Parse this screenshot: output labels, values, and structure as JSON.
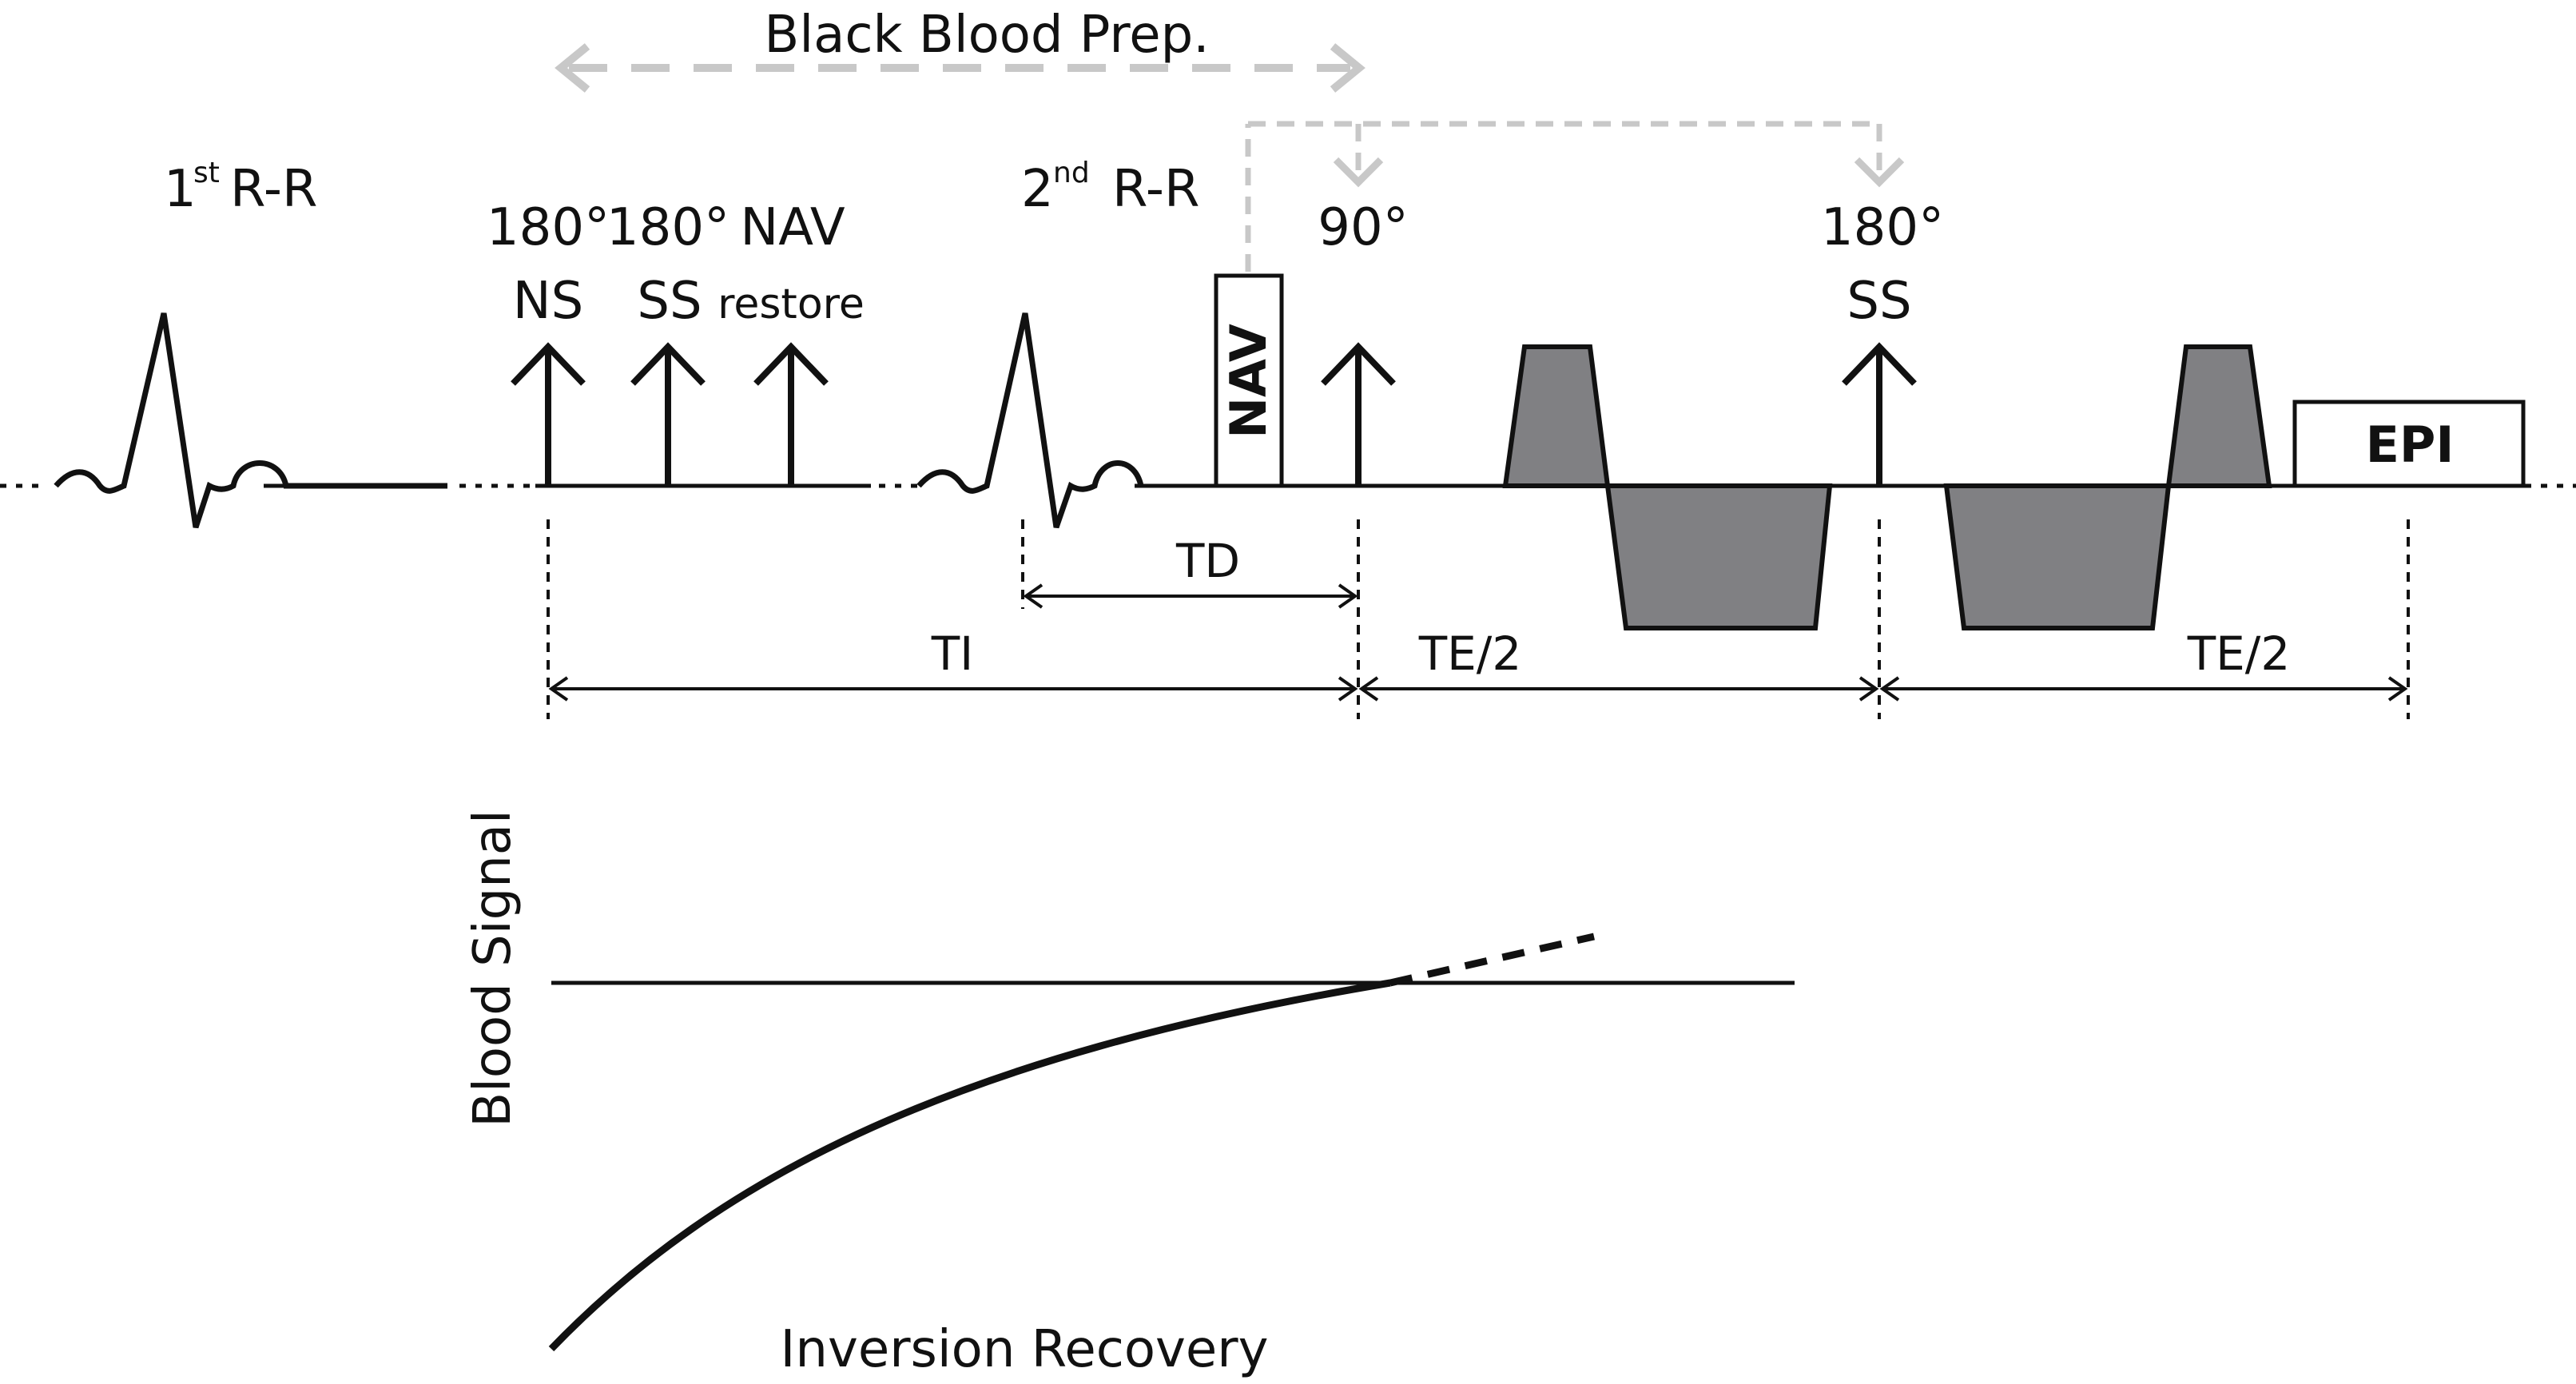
{
  "colors": {
    "line": "#111111",
    "gray_prep": "#c8c8c8",
    "gradient_fill": "#808083"
  },
  "prep": {
    "title": "Black Blood Prep."
  },
  "rr1": {
    "prefix": "1",
    "sup": "st",
    "suffix": "R-R"
  },
  "rr2": {
    "prefix": "2",
    "sup": "nd",
    "suffix": "R-R"
  },
  "pulses": {
    "ns": {
      "angle": "180°",
      "type": "NS"
    },
    "ss": {
      "angle": "180°",
      "type": "SS"
    },
    "nav_restore": {
      "top": "NAV",
      "bottom": "restore"
    },
    "p90": {
      "angle": "90°"
    },
    "p180_ss": {
      "angle": "180°",
      "type": "SS"
    }
  },
  "nav_box": {
    "label": "NAV"
  },
  "epi_box": {
    "label": "EPI"
  },
  "timing": {
    "td": "TD",
    "ti": "TI",
    "te_half_1": "TE/2",
    "te_half_2": "TE/2"
  },
  "plot": {
    "ylabel": "Blood Signal",
    "xlabel": "Inversion Recovery"
  }
}
